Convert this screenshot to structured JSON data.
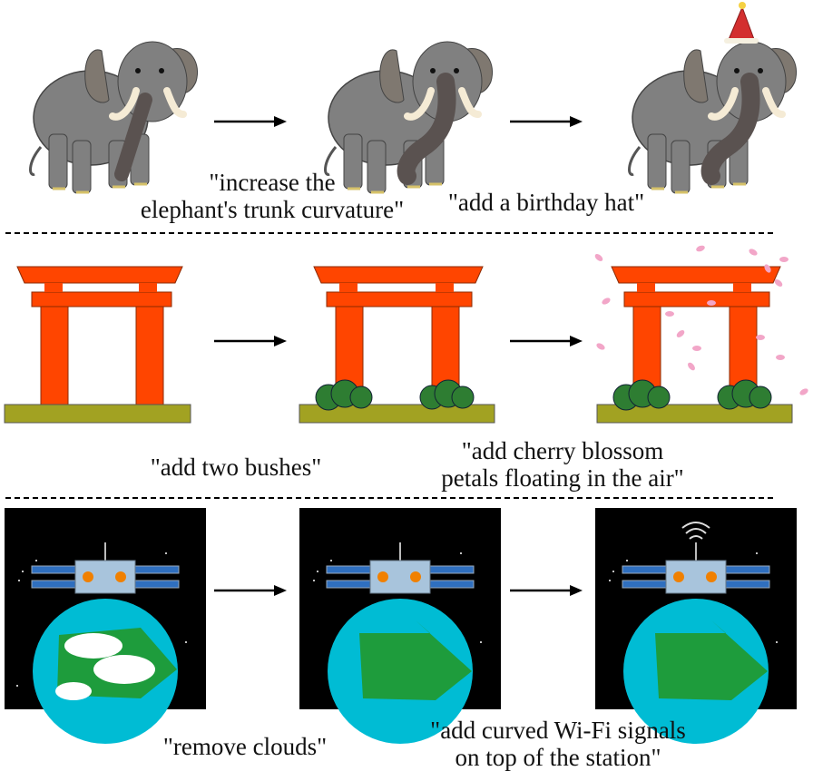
{
  "rows": [
    {
      "name": "elephant",
      "captions": [
        [
          "\"increase the",
          "elephant's trunk curvature\""
        ],
        [
          "\"add a birthday hat\""
        ]
      ]
    },
    {
      "name": "torii",
      "captions": [
        [
          "\"add two bushes\""
        ],
        [
          "\"add cherry blossom",
          "petals floating in the air\""
        ]
      ]
    },
    {
      "name": "space-station",
      "captions": [
        [
          "\"remove clouds\""
        ],
        [
          "\"add curved Wi-Fi signals",
          "on top of the station\""
        ]
      ]
    }
  ],
  "colors": {
    "elephant_body": "#808080",
    "elephant_ear": "#7f7870",
    "trunk": "#5a5250",
    "tusk": "#f5ebd5",
    "hat": "#d32f2f",
    "torii": "#ff4500",
    "ground": "#a2a222",
    "bush": "#2e7d32",
    "petal": "#f2a6c8",
    "space": "#000000",
    "earth": "#00bcd4",
    "land": "#1e9c3c",
    "panel": "#2f6fbf",
    "station": "#a8c4dc",
    "port": "#f08000"
  }
}
